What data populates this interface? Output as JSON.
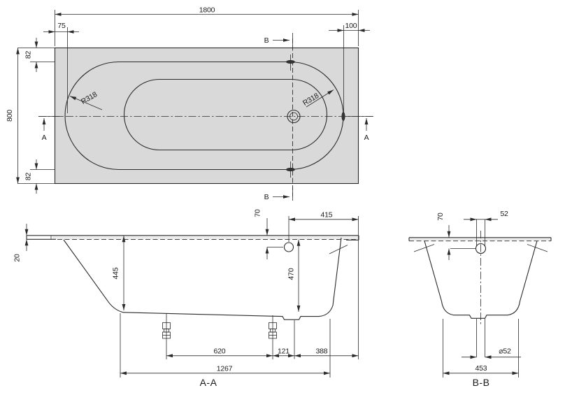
{
  "drawing": {
    "plan": {
      "dim_overall_length": "1800",
      "dim_left_offset": "75",
      "dim_right_offset": "100",
      "dim_rim_top": "82",
      "dim_overall_width": "800",
      "dim_rim_bottom": "82",
      "radius_left": "R318",
      "radius_right": "R318",
      "section_b_top": "B",
      "section_b_bottom": "B",
      "section_a_left": "A",
      "section_a_right": "A"
    },
    "section_aa": {
      "label": "A-A",
      "dim_rim_thickness": "20",
      "dim_depth_left": "445",
      "dim_overflow_drop": "70",
      "dim_overflow_from_end": "415",
      "dim_depth_right": "470",
      "dim_feet_spacing": "620",
      "dim_foot_to_drain": "121",
      "dim_drain_to_end": "388",
      "dim_base_length": "1267"
    },
    "section_bb": {
      "label": "B-B",
      "dim_overflow_drop": "70",
      "dim_pipe_width": "52",
      "dim_drain_diameter": "⌀52",
      "dim_base_width": "453"
    },
    "colors": {
      "line": "#2b2b2b",
      "plan_fill": "#d9d9d9",
      "background": "#ffffff"
    }
  }
}
